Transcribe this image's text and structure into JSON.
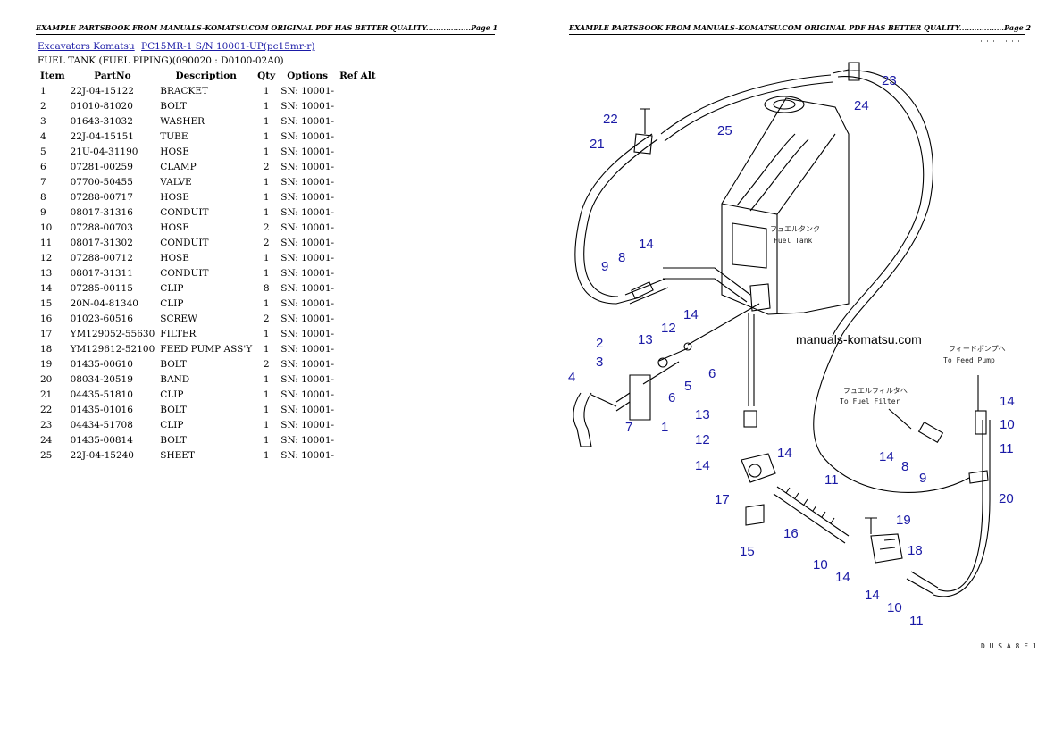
{
  "header": {
    "page1": "EXAMPLE PARTSBOOK FROM MANUALS-KOMATSU.COM ORIGINAL PDF HAS BETTER QUALITY..................Page 1",
    "page2": "EXAMPLE PARTSBOOK FROM MANUALS-KOMATSU.COM ORIGINAL PDF HAS BETTER QUALITY..................Page 2"
  },
  "breadcrumb": {
    "category": "Excavators Komatsu",
    "model": "PC15MR-1 S/N 10001-UP(pc15mr-r)"
  },
  "subtitle": "FUEL TANK (FUEL PIPING)(090020 : D0100-02A0)",
  "table": {
    "headers": [
      "Item",
      "PartNo",
      "Description",
      "Qty",
      "Options",
      "Ref Alt"
    ],
    "rows": [
      [
        "1",
        "22J-04-15122",
        "BRACKET",
        "1",
        "SN: 10001-",
        ""
      ],
      [
        "2",
        "01010-81020",
        "BOLT",
        "1",
        "SN: 10001-",
        ""
      ],
      [
        "3",
        "01643-31032",
        "WASHER",
        "1",
        "SN: 10001-",
        ""
      ],
      [
        "4",
        "22J-04-15151",
        "TUBE",
        "1",
        "SN: 10001-",
        ""
      ],
      [
        "5",
        "21U-04-31190",
        "HOSE",
        "1",
        "SN: 10001-",
        ""
      ],
      [
        "6",
        "07281-00259",
        "CLAMP",
        "2",
        "SN: 10001-",
        ""
      ],
      [
        "7",
        "07700-50455",
        "VALVE",
        "1",
        "SN: 10001-",
        ""
      ],
      [
        "8",
        "07288-00717",
        "HOSE",
        "1",
        "SN: 10001-",
        ""
      ],
      [
        "9",
        "08017-31316",
        "CONDUIT",
        "1",
        "SN: 10001-",
        ""
      ],
      [
        "10",
        "07288-00703",
        "HOSE",
        "2",
        "SN: 10001-",
        ""
      ],
      [
        "11",
        "08017-31302",
        "CONDUIT",
        "2",
        "SN: 10001-",
        ""
      ],
      [
        "12",
        "07288-00712",
        "HOSE",
        "1",
        "SN: 10001-",
        ""
      ],
      [
        "13",
        "08017-31311",
        "CONDUIT",
        "1",
        "SN: 10001-",
        ""
      ],
      [
        "14",
        "07285-00115",
        "CLIP",
        "8",
        "SN: 10001-",
        ""
      ],
      [
        "15",
        "20N-04-81340",
        "CLIP",
        "1",
        "SN: 10001-",
        ""
      ],
      [
        "16",
        "01023-60516",
        "SCREW",
        "2",
        "SN: 10001-",
        ""
      ],
      [
        "17",
        "YM129052-55630",
        "FILTER",
        "1",
        "SN: 10001-",
        ""
      ],
      [
        "18",
        "YM129612-52100",
        "FEED PUMP ASS'Y",
        "1",
        "SN: 10001-",
        ""
      ],
      [
        "19",
        "01435-00610",
        "BOLT",
        "2",
        "SN: 10001-",
        ""
      ],
      [
        "20",
        "08034-20519",
        "BAND",
        "1",
        "SN: 10001-",
        ""
      ],
      [
        "21",
        "04435-51810",
        "CLIP",
        "1",
        "SN: 10001-",
        ""
      ],
      [
        "22",
        "01435-01016",
        "BOLT",
        "1",
        "SN: 10001-",
        ""
      ],
      [
        "23",
        "04434-51708",
        "CLIP",
        "1",
        "SN: 10001-",
        ""
      ],
      [
        "24",
        "01435-00814",
        "BOLT",
        "1",
        "SN: 10001-",
        ""
      ],
      [
        "25",
        "22J-04-15240",
        "SHEET",
        "1",
        "SN: 10001-",
        ""
      ]
    ]
  },
  "diagram": {
    "watermark": "manuals-komatsu.com",
    "tank_label_jp": "フュエルタンク",
    "tank_label_en": "Fuel Tank",
    "feed_pump_jp": "フィードポンプへ",
    "feed_pump_en": "To Feed Pump",
    "fuel_filter_jp": "フュエルフィルタへ",
    "fuel_filter_en": "To Fuel Filter",
    "drawing_code": "D U S A 8 F 1",
    "callouts": [
      "23",
      "24",
      "22",
      "25",
      "21",
      "14",
      "9",
      "8",
      "12",
      "14",
      "2",
      "13",
      "3",
      "5",
      "6",
      "6",
      "4",
      "7",
      "1",
      "13",
      "12",
      "14",
      "14",
      "17",
      "16",
      "15",
      "11",
      "10",
      "14",
      "19",
      "18",
      "14",
      "10",
      "11",
      "14",
      "10",
      "11",
      "14",
      "8",
      "9",
      "20"
    ]
  }
}
